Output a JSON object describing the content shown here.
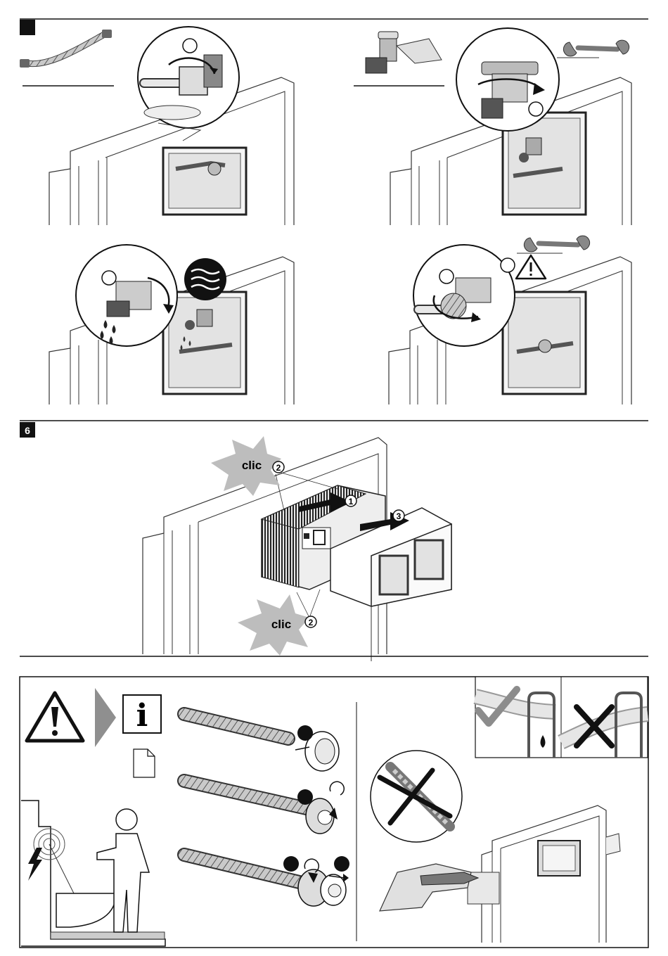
{
  "step_numbers": {
    "step5": "",
    "step6": "6"
  },
  "clic_label": "clic",
  "assembly_steps": {
    "one": "1",
    "two": "2",
    "three": "3"
  },
  "info_symbol": "i",
  "icons": {
    "flex_hose": "flex-hose-icon",
    "angle_valve": "angle-valve-icon",
    "wrench": "wrench-icon",
    "warning": "warning-triangle-icon",
    "water_waves": "water-waves-icon",
    "info": "info-icon",
    "document": "document-icon",
    "electric": "lightning-icon",
    "check": "check-mark-icon",
    "cross": "cross-mark-icon",
    "drill_forbidden": "no-drill-icon",
    "cutter": "utility-knife-icon",
    "water_drop": "water-drop-icon"
  },
  "colors": {
    "ink": "#1a1a1a",
    "grey": "#9a9a9a",
    "light_grey": "#d9d9d9",
    "check_grey": "#8c8c8c"
  }
}
